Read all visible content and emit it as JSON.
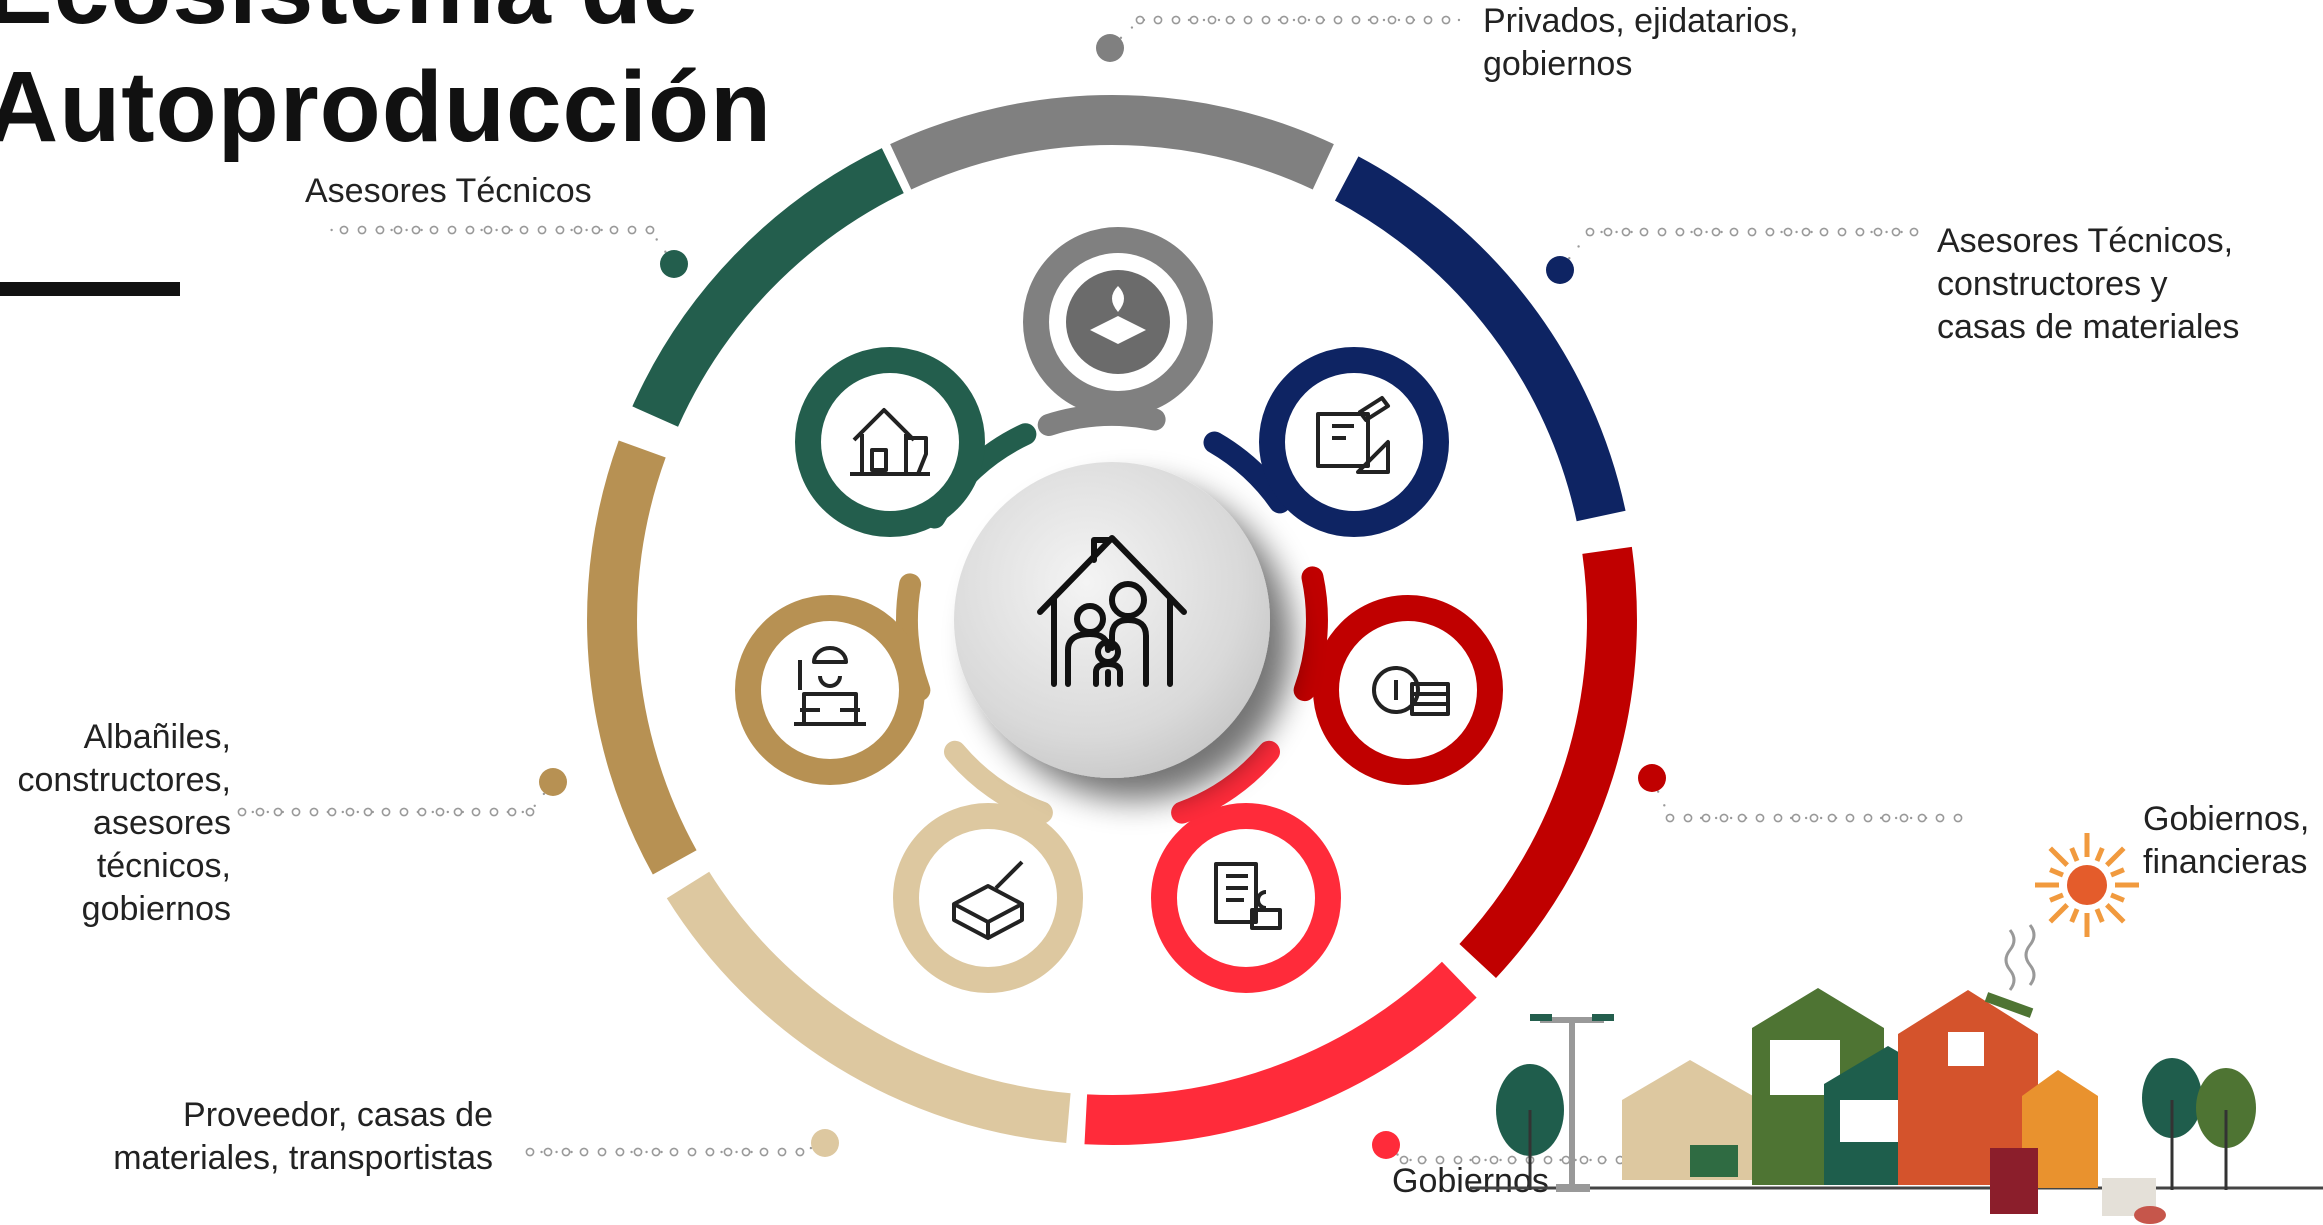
{
  "title": "Ecosistema de\nAutoproducción",
  "center_icon": "house-family-icon",
  "colors": {
    "gray": "#808080",
    "navy": "#0e2463",
    "red": "#c00000",
    "bright_red": "#ff2b3a",
    "beige": "#ddc8a0",
    "tan": "#b79153",
    "green": "#235e4d"
  },
  "stages": [
    {
      "id": "terreno",
      "icon": "land-location-icon",
      "color": "#808080",
      "label": "Privados, ejidatarios,\ngobiernos"
    },
    {
      "id": "diseno",
      "icon": "blueprint-design-icon",
      "color": "#0e2463",
      "label": "Asesores Técnicos,\nconstructores y\ncasas de materiales"
    },
    {
      "id": "financiamiento",
      "icon": "coins-money-icon",
      "color": "#c00000",
      "label": "Gobiernos,\nfinancieras"
    },
    {
      "id": "permisos",
      "icon": "permits-document-icon",
      "color": "#ff2b3a",
      "label": "Gobiernos"
    },
    {
      "id": "materiales",
      "icon": "materials-trowel-icon",
      "color": "#ddc8a0",
      "label": "Proveedor, casas de\nmateriales, transportistas"
    },
    {
      "id": "construccion",
      "icon": "builder-worker-icon",
      "color": "#b79153",
      "label": "Albañiles,\nconstructores,\nasesores\ntécnicos,\ngobiernos"
    },
    {
      "id": "mantenimiento",
      "icon": "house-maintenance-icon",
      "color": "#235e4d",
      "label": "Asesores Técnicos"
    }
  ],
  "decoration": {
    "icon": "neighborhood-houses-illustration"
  }
}
